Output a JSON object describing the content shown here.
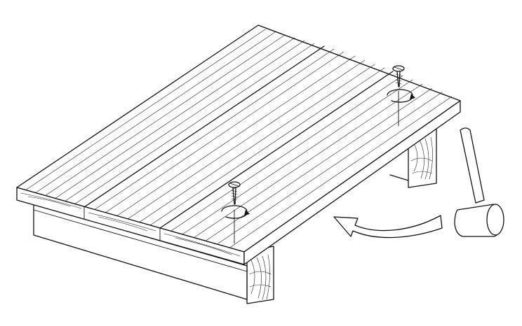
{
  "figure": {
    "subject": "deck-board-installation",
    "palette": {
      "ink": "#111111",
      "paper": "#ffffff"
    },
    "boards": 3,
    "joists": 2,
    "screws": 2,
    "icons": [
      "screw-icon",
      "rotation-arrow-icon",
      "rubber-mallet-icon",
      "curved-arrow-icon"
    ]
  }
}
